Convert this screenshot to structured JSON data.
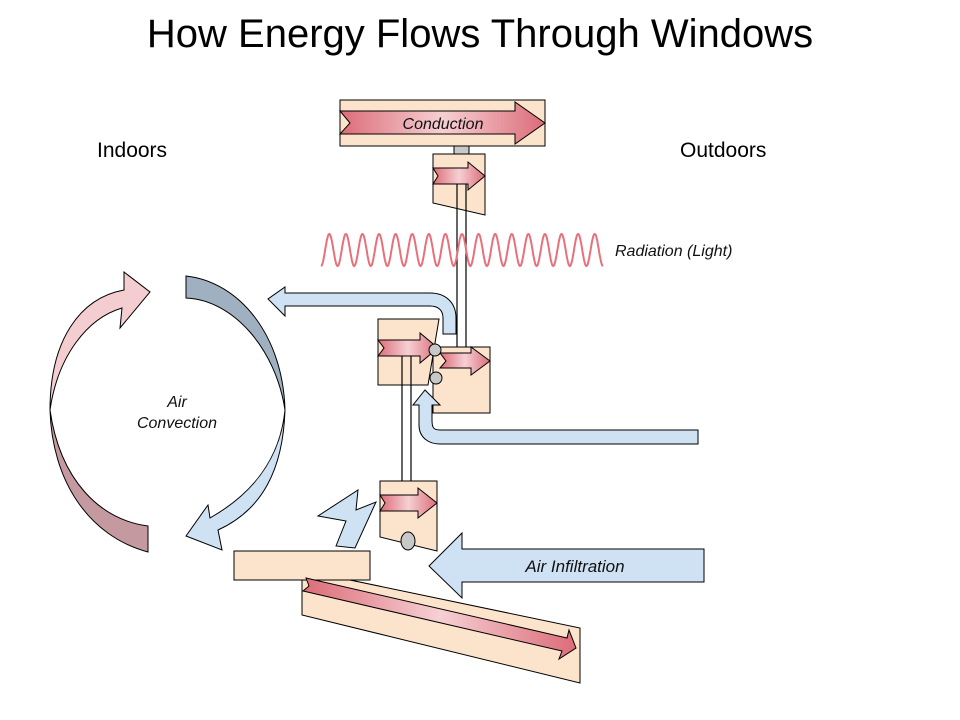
{
  "title": "How Energy Flows Through Windows",
  "labels": {
    "indoors": "Indoors",
    "outdoors": "Outdoors",
    "conduction": "Conduction",
    "radiation": "Radiation (Light)",
    "air_convection_line1": "Air",
    "air_convection_line2": "Convection",
    "air_infiltration": "Air Infiltration"
  },
  "colors": {
    "frame_fill": "#fce4cc",
    "heat_arrow_dark": "#dc6c78",
    "heat_arrow_light": "#f2c4c8",
    "air_arrow_fill": "#cfe2f3",
    "wave": "#e8707a",
    "seal": "#c8c8c8",
    "warm_loop": "#f4c8cc",
    "warm_loop_dark": "#c49aa0",
    "cool_loop_dark": "#9fb0c0"
  },
  "icons": {
    "heat_flow": "heat-flow-arrow",
    "air_flow": "air-flow-arrow",
    "seal": "weather-seal",
    "light_wave": "light-wave"
  }
}
